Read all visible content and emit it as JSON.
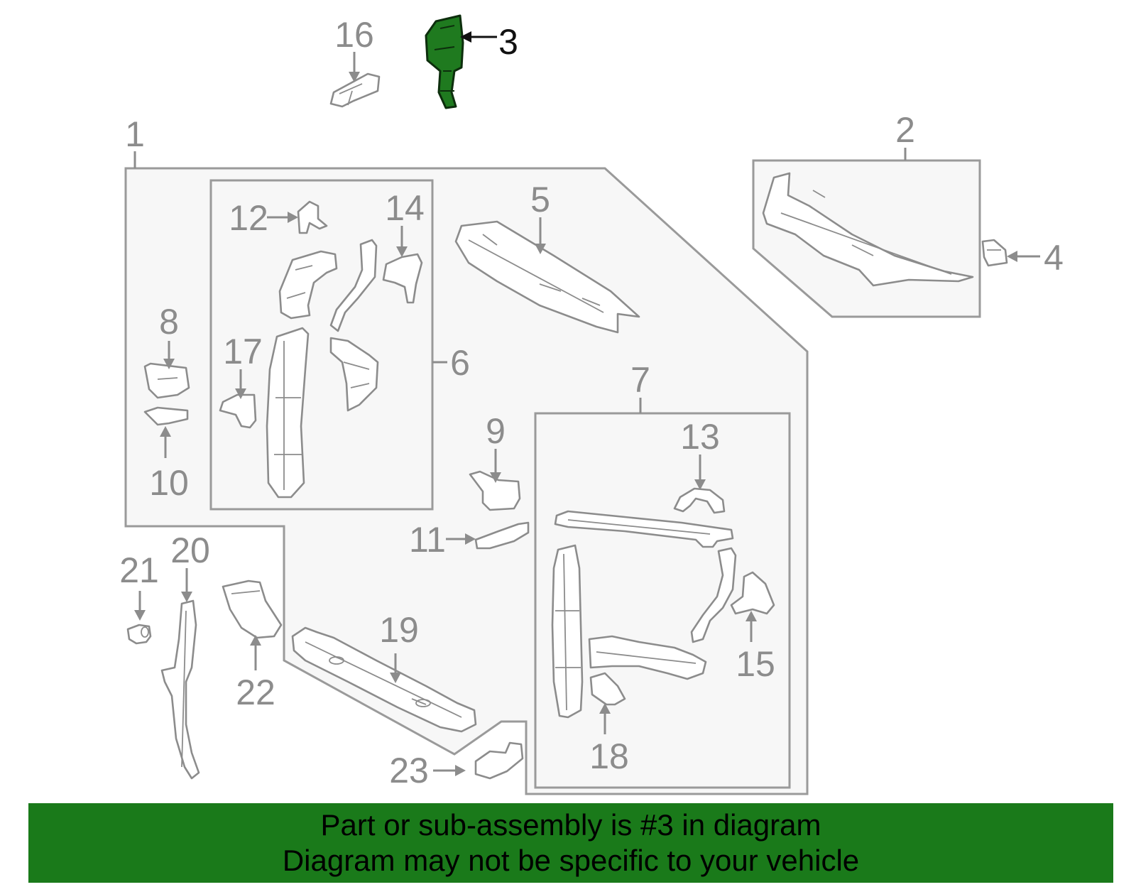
{
  "diagram": {
    "callouts": {
      "c1": "1",
      "c2": "2",
      "c3": "3",
      "c4": "4",
      "c5": "5",
      "c6": "6",
      "c7": "7",
      "c8": "8",
      "c9": "9",
      "c10": "10",
      "c11": "11",
      "c12": "12",
      "c13": "13",
      "c14": "14",
      "c15": "15",
      "c16": "16",
      "c17": "17",
      "c18": "18",
      "c19": "19",
      "c20": "20",
      "c21": "21",
      "c22": "22",
      "c23": "23"
    },
    "highlighted_part": "3",
    "highlight_color": "#1f7a1f",
    "line_color": "#8c8c8c"
  },
  "banner": {
    "line1": "Part or sub-assembly is #3 in diagram",
    "line2": "Diagram may not be specific to your vehicle",
    "background": "#1a7a1a"
  }
}
